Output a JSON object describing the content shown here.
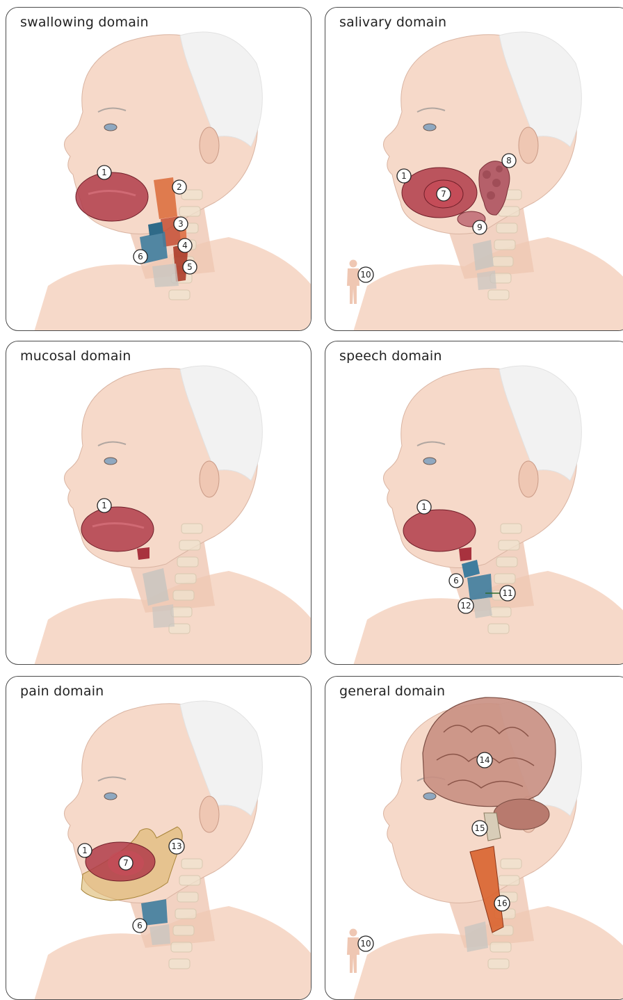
{
  "panels": [
    {
      "id": "swallowing",
      "title": "swallowing domain",
      "markers": [
        "1",
        "2",
        "3",
        "4",
        "5",
        "6"
      ],
      "show_person": false
    },
    {
      "id": "salivary",
      "title": "salivary domain",
      "markers": [
        "1",
        "7",
        "8",
        "9",
        "10"
      ],
      "show_person": true
    },
    {
      "id": "mucosal",
      "title": "mucosal domain",
      "markers": [
        "1"
      ],
      "show_person": false
    },
    {
      "id": "speech",
      "title": "speech domain",
      "markers": [
        "1",
        "6",
        "11",
        "12"
      ],
      "show_person": false
    },
    {
      "id": "pain",
      "title": "pain domain",
      "markers": [
        "1",
        "7",
        "13",
        "6"
      ],
      "show_person": false
    },
    {
      "id": "general",
      "title": "general domain",
      "markers": [
        "14",
        "15",
        "16",
        "10"
      ],
      "show_person": true
    }
  ],
  "colors": {
    "skin": "#f6d9c9",
    "skin_shade": "#efc7b3",
    "hair": "#f2f2f2",
    "tongue": "#b03c4a",
    "muscle": "#d9632f",
    "larynx": "#3f7d9e",
    "cartilage": "#c9c5c0",
    "spine": "#efe3cf",
    "gland": "#b5606a",
    "pain_area": "#d9b15f",
    "brain": "#c98f82",
    "outline": "#4a4a4a"
  },
  "icons": {
    "person": "person-silhouette-icon",
    "head": "head-illustration"
  }
}
